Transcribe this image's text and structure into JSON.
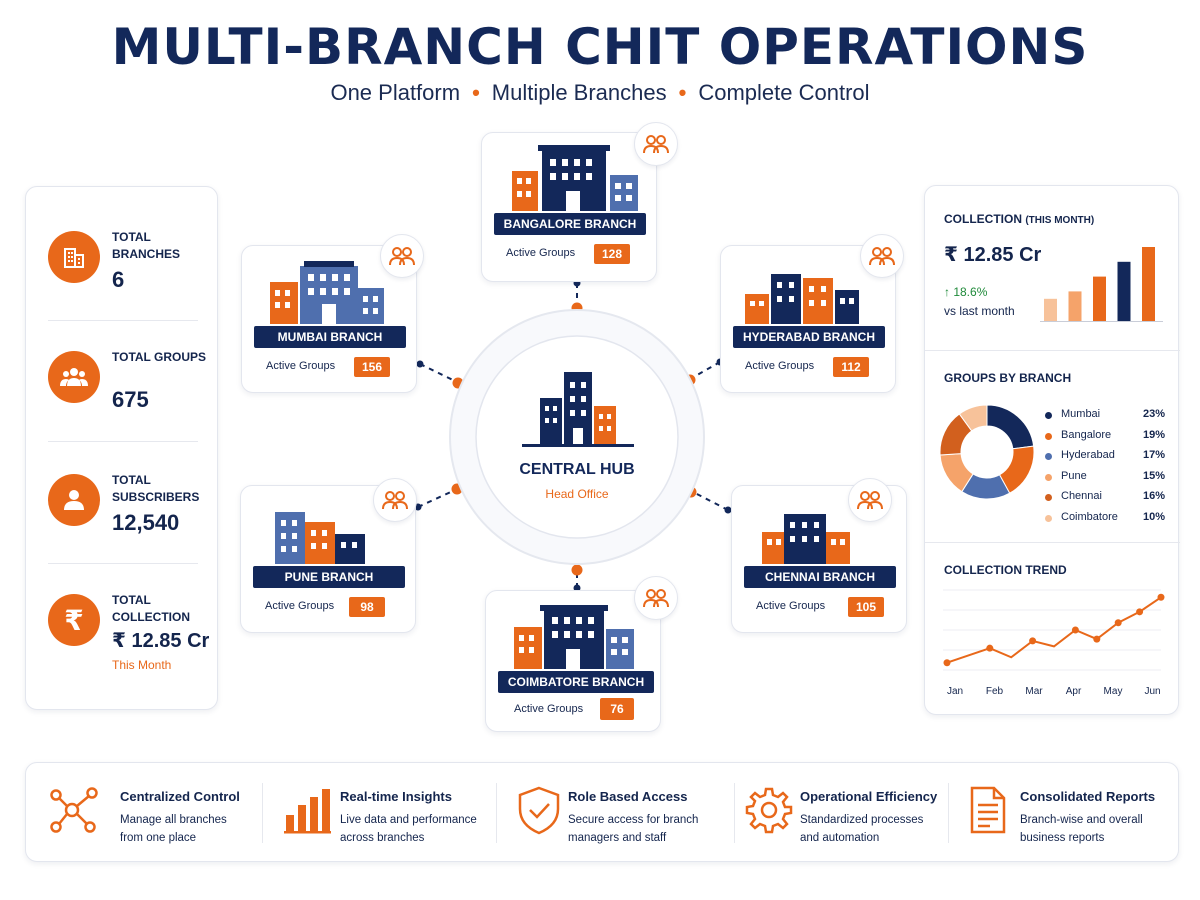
{
  "title": "MULTI-BRANCH CHIT OPERATIONS",
  "subtitle": {
    "parts": [
      "One Platform",
      "Multiple Branches",
      "Complete Control"
    ],
    "separator": "•"
  },
  "stats": [
    {
      "label": "TOTAL BRANCHES",
      "value": "6",
      "icon": "building-icon"
    },
    {
      "label": "TOTAL GROUPS",
      "value": "675",
      "icon": "groups-icon"
    },
    {
      "label": "TOTAL SUBSCRIBERS",
      "value": "12,540",
      "icon": "user-icon"
    },
    {
      "label": "TOTAL COLLECTION",
      "value": "₹ 12.85 Cr",
      "note": "This Month",
      "icon": "rupee-icon"
    }
  ],
  "hub": {
    "name": "CENTRAL HUB",
    "sub": "Head Office"
  },
  "branches": [
    {
      "name": "BANGALORE BRANCH",
      "label": "Active Groups",
      "value": "128"
    },
    {
      "name": "MUMBAI BRANCH",
      "label": "Active Groups",
      "value": "156"
    },
    {
      "name": "HYDERABAD BRANCH",
      "label": "Active Groups",
      "value": "112"
    },
    {
      "name": "PUNE BRANCH",
      "label": "Active Groups",
      "value": "98"
    },
    {
      "name": "CHENNAI BRANCH",
      "label": "Active Groups",
      "value": "105"
    },
    {
      "name": "COIMBATORE BRANCH",
      "label": "Active Groups",
      "value": "76"
    }
  ],
  "collection": {
    "title": "COLLECTION",
    "title_suffix": "(THIS MONTH)",
    "value": "₹ 12.85 Cr",
    "change": "↑ 18.6%",
    "change_note": "vs last month"
  },
  "groups_by_branch": {
    "title": "GROUPS BY BRANCH",
    "items": [
      {
        "name": "Mumbai",
        "pct": "23%",
        "value": 23,
        "color": "#13285a"
      },
      {
        "name": "Bangalore",
        "pct": "19%",
        "value": 19,
        "color": "#e8681a"
      },
      {
        "name": "Hyderabad",
        "pct": "17%",
        "value": 17,
        "color": "#4f6fae"
      },
      {
        "name": "Pune",
        "pct": "15%",
        "value": 15,
        "color": "#f5a36a"
      },
      {
        "name": "Chennai",
        "pct": "16%",
        "value": 16,
        "color": "#d2601e"
      },
      {
        "name": "Coimbatore",
        "pct": "10%",
        "value": 10,
        "color": "#f7c29a"
      }
    ]
  },
  "chart_data": [
    {
      "type": "bar",
      "title": "",
      "categories": [
        "1",
        "2",
        "3",
        "4",
        "5"
      ],
      "values": [
        3,
        4,
        6,
        8,
        10
      ],
      "colors": [
        "#f7c29a",
        "#f5a36a",
        "#e8681a",
        "#13285a",
        "#e8681a"
      ],
      "ylim": [
        0,
        10
      ]
    },
    {
      "type": "pie",
      "title": "GROUPS BY BRANCH",
      "categories": [
        "Mumbai",
        "Bangalore",
        "Hyderabad",
        "Pune",
        "Chennai",
        "Coimbatore"
      ],
      "values": [
        23,
        19,
        17,
        15,
        16,
        10
      ]
    },
    {
      "type": "line",
      "title": "COLLECTION TREND",
      "x": [
        "Jan",
        "",
        "Feb",
        "",
        "Mar",
        "",
        "Apr",
        "",
        "May",
        "",
        "Jun"
      ],
      "categories": [
        "Jan",
        "Feb",
        "Mar",
        "Apr",
        "May",
        "Jun"
      ],
      "values": [
        2,
        4,
        6,
        3.5,
        8,
        6.5,
        11,
        8.5,
        13,
        16,
        20
      ],
      "color": "#e8681a",
      "ylim": [
        0,
        22
      ],
      "grid": true
    }
  ],
  "features": [
    {
      "title": "Centralized Control",
      "desc": "Manage all branches from one place",
      "icon": "network-icon"
    },
    {
      "title": "Real-time Insights",
      "desc": "Live data and performance across branches",
      "icon": "bar-chart-icon"
    },
    {
      "title": "Role Based Access",
      "desc": "Secure access for branch managers and staff",
      "icon": "shield-check-icon"
    },
    {
      "title": "Operational Efficiency",
      "desc": "Standardized processes and automation",
      "icon": "gear-icon"
    },
    {
      "title": "Consolidated Reports",
      "desc": "Branch-wise and overall business reports",
      "icon": "report-icon"
    }
  ]
}
